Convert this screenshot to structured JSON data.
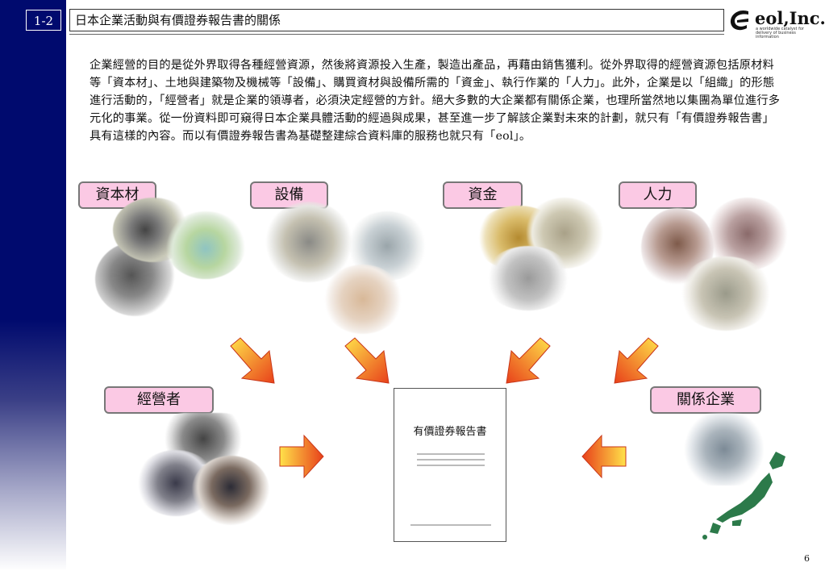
{
  "header": {
    "section_number": "1-2",
    "title": "日本企業活動與有價證券報告書的關係"
  },
  "logo": {
    "name": "eol,Inc.",
    "tagline": "a worldwide catalyst for delivery of business information",
    "icon": "eol-logo-icon"
  },
  "body": {
    "paragraph": "企業經營的目的是從外界取得各種經營資源，然後將資源投入生產，製造出產品，再藉由銷售獲利。從外界取得的經營資源包括原材料等「資本材」、土地與建築物及機械等「設備」、購買資材與設備所需的「資金」、執行作業的「人力」。此外，企業是以「組織」的形態進行活動的，「經營者」就是企業的領導者，必須決定經營的方針。絕大多數的大企業都有關係企業，也理所當然地以集團為單位進行多元化的事業。從一份資料即可窺得日本企業具體活動的經過與成果，甚至進一步了解該企業對未來的計劃，就只有「有價證券報告書」具有這樣的內容。而以有價證券報告書為基礎整建綜合資料庫的服務也就只有「eol」。"
  },
  "labels": {
    "capital_goods": "資本材",
    "equipment": "設備",
    "funds": "資金",
    "personnel": "人力",
    "management": "經營者",
    "affiliates": "關係企業"
  },
  "document": {
    "title": "有價證券報告書"
  },
  "colors": {
    "sidebar": "#000a6e",
    "tag_fill": "#fbc9e4",
    "arrow_light": "#ffe24a",
    "arrow_dark": "#e8401a"
  },
  "page_number": "6"
}
